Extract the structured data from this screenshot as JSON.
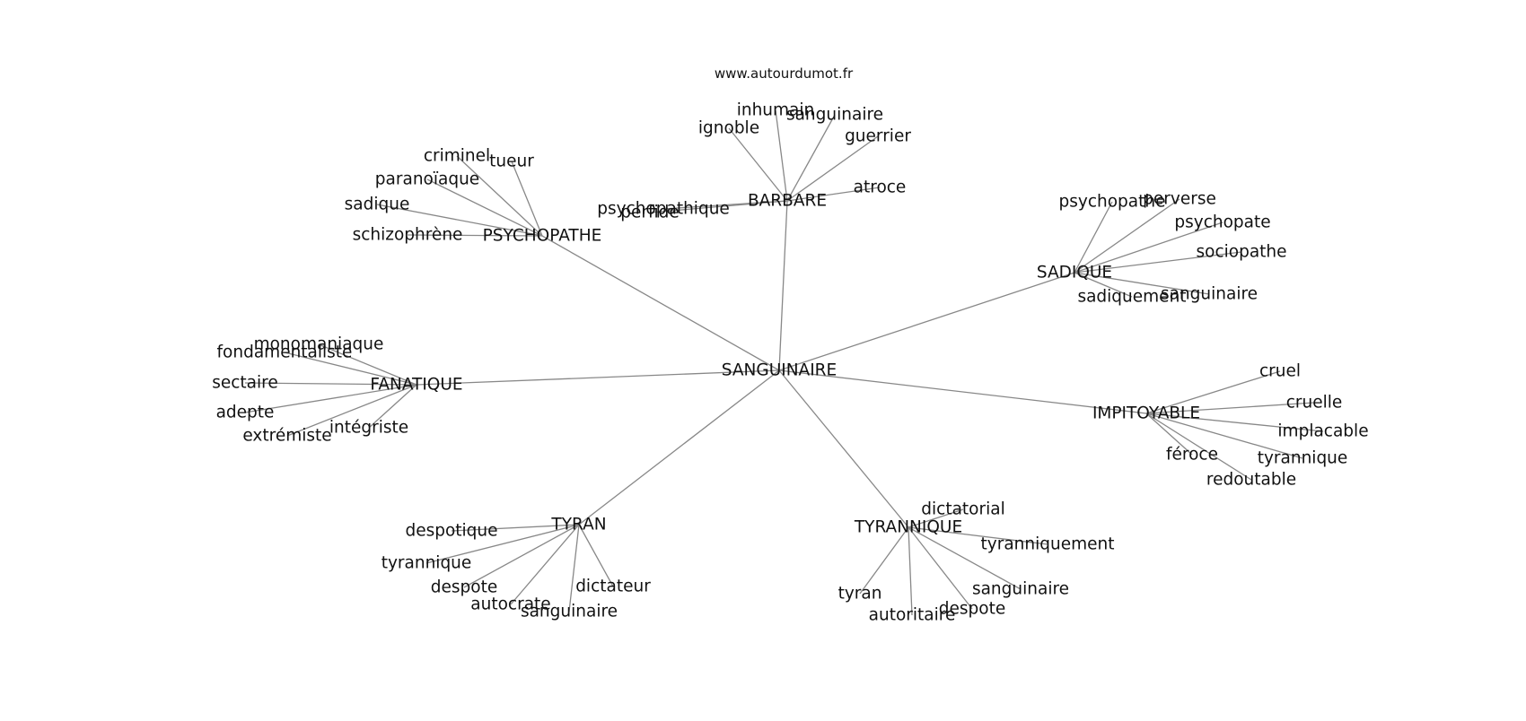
{
  "source": "www.autourdumot.fr",
  "center": "SANGUINAIRE",
  "clusters": [
    {
      "label": "BARBARE",
      "words": [
        "ignoble",
        "inhumain",
        "sanguinaire",
        "guerrier",
        "atroce",
        "perfide",
        "psychopathique"
      ]
    },
    {
      "label": "PSYCHOPATHE",
      "words": [
        "criminel",
        "tueur",
        "paranoïaque",
        "sadique",
        "schizophrène"
      ]
    },
    {
      "label": "SADIQUE",
      "words": [
        "psychopathe",
        "perverse",
        "psychopate",
        "sociopathe",
        "sanguinaire",
        "sadiquement"
      ]
    },
    {
      "label": "FANATIQUE",
      "words": [
        "monomaniaque",
        "fondamentaliste",
        "sectaire",
        "adepte",
        "extrémiste",
        "intégriste"
      ]
    },
    {
      "label": "IMPITOYABLE",
      "words": [
        "cruel",
        "cruelle",
        "implacable",
        "tyrannique",
        "redoutable",
        "féroce"
      ]
    },
    {
      "label": "TYRAN",
      "words": [
        "despotique",
        "tyrannique",
        "despote",
        "autocrate",
        "sanguinaire",
        "dictateur"
      ]
    },
    {
      "label": "TYRANNIQUE",
      "words": [
        "dictatorial",
        "tyranniquement",
        "sanguinaire",
        "despote",
        "autoritaire",
        "tyran"
      ]
    }
  ]
}
